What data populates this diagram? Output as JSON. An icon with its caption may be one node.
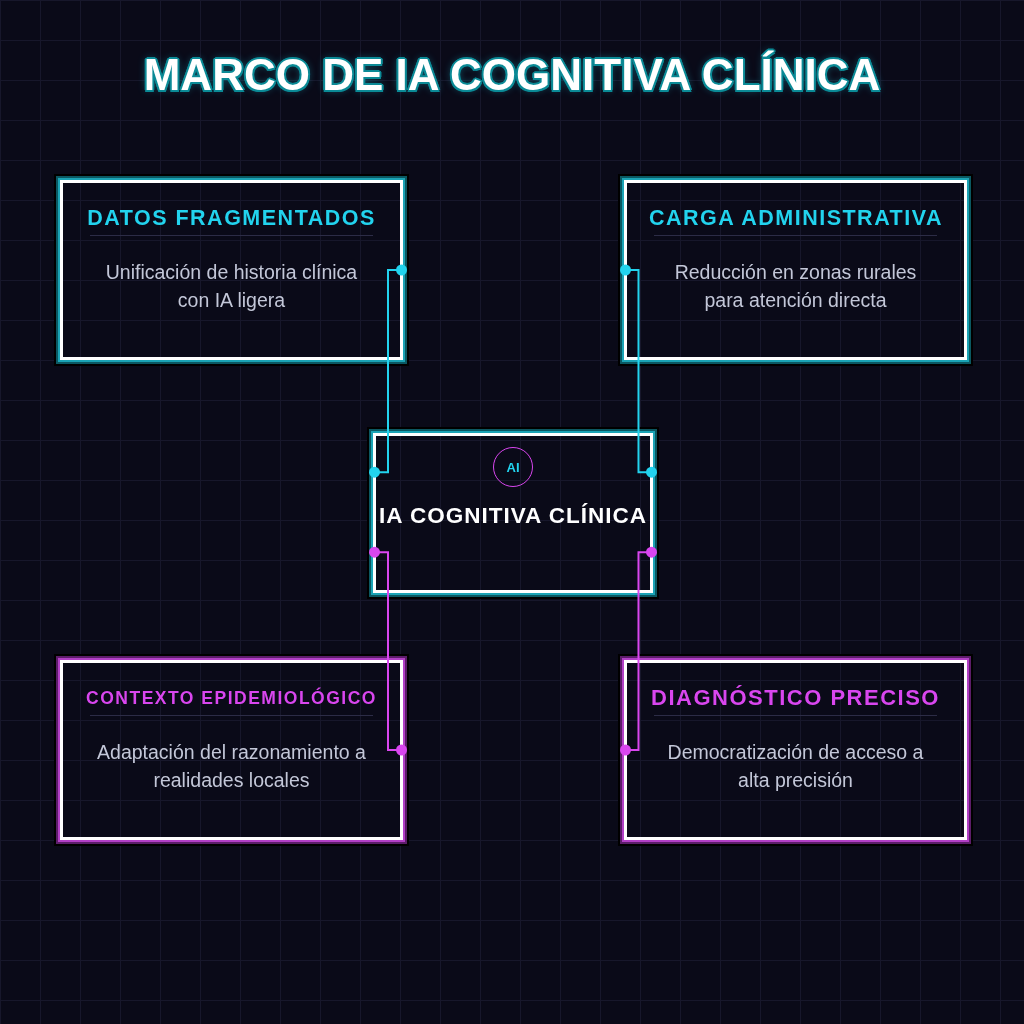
{
  "diagram": {
    "title": "MARCO DE IA COGNITIVA CLÍNICA",
    "nodes": [
      {
        "text": [
          "DATOS FRAGMENTADOS",
          "Unificación de historia clínica con IA ligera"
        ]
      },
      {
        "text": [
          "CARGA ADMINISTRATIVA",
          "Reducción en zonas rurales para atención directa"
        ]
      },
      {
        "text": [
          "IA COGNITIVA CLÍNICA"
        ]
      },
      {
        "text": [
          "AI"
        ],
        "in": 2
      },
      {
        "text": [
          "CONTEXTO EPIDEMIOLÓGICO",
          "Adaptación del razonamiento a realidades locales"
        ]
      },
      {
        "text": [
          "DIAGNÓSTICO PRECISO",
          "Democratización de acceso a alta precisión"
        ]
      }
    ],
    "edges": [
      {
        "from": 2,
        "to": 0,
        "arrow": "other",
        "color": "#22d3ee"
      },
      {
        "from": 2,
        "to": 1,
        "arrow": "other",
        "color": "#22d3ee"
      },
      {
        "from": 2,
        "to": 4,
        "arrow": "other",
        "color": "#d946ef"
      },
      {
        "from": 2,
        "to": 5,
        "arrow": "other",
        "color": "#d946ef"
      }
    ]
  }
}
